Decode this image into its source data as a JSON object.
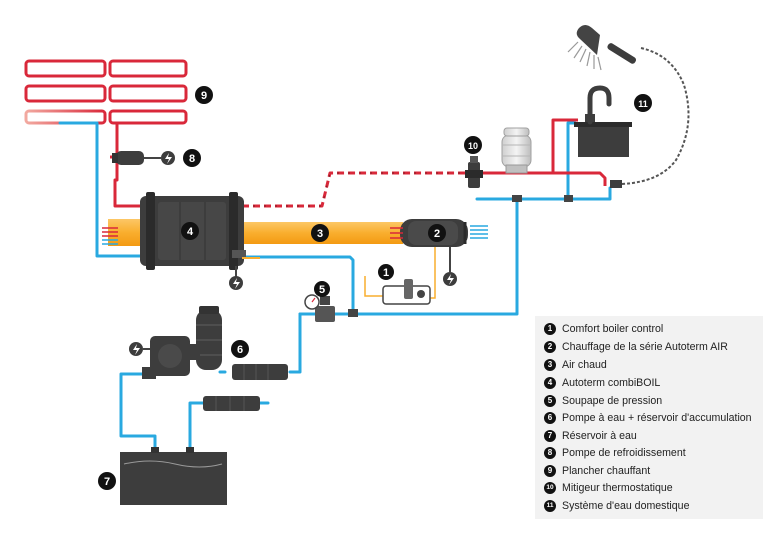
{
  "colors": {
    "hot_water": "#d9283a",
    "cold_water": "#29a9e0",
    "hot_air": "#f9ae2e",
    "equipment": "#3d3d3d",
    "legend_background": "#f2f2f2"
  },
  "badges": [
    "1",
    "2",
    "3",
    "4",
    "5",
    "6",
    "7",
    "8",
    "9",
    "10",
    "11"
  ],
  "legend": {
    "items": [
      {
        "num": "1",
        "label": "Comfort boiler control"
      },
      {
        "num": "2",
        "label": "Chauffage de la série Autoterm AIR"
      },
      {
        "num": "3",
        "label": "Air chaud"
      },
      {
        "num": "4",
        "label": "Autoterm combiBOIL"
      },
      {
        "num": "5",
        "label": "Soupape de pression"
      },
      {
        "num": "6",
        "label": "Pompe à eau + réservoir d'accumulation"
      },
      {
        "num": "7",
        "label": "Réservoir à eau"
      },
      {
        "num": "8",
        "label": "Pompe de refroidissement"
      },
      {
        "num": "9",
        "label": "Plancher chauffant"
      },
      {
        "num": "10",
        "label": "Mitigeur thermostatique"
      },
      {
        "num": "11",
        "label": "Système d'eau domestique"
      }
    ]
  },
  "icons": [
    "power-plug-icon",
    "shower-head-icon",
    "faucet-icon",
    "pressure-gauge-icon"
  ]
}
